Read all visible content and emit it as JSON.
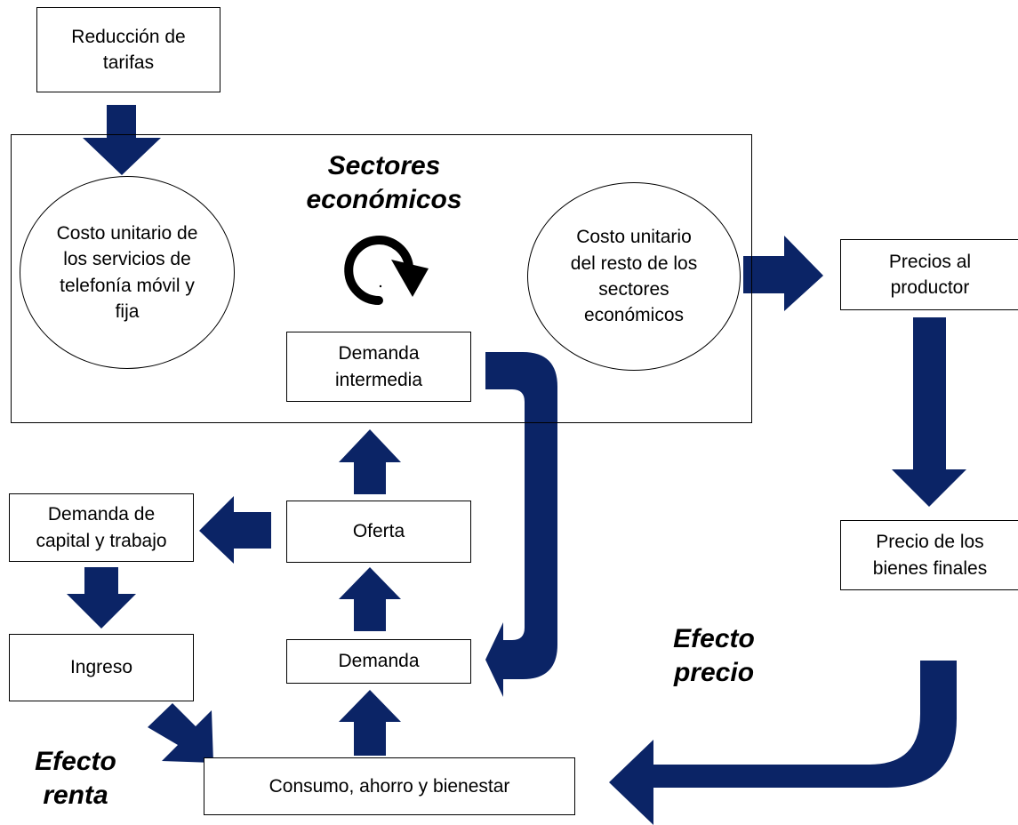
{
  "colors": {
    "arrow": "#0b2466",
    "border": "#000000",
    "text": "#000000",
    "background": "#ffffff"
  },
  "diagram": {
    "reduccion": "Reducción de\ntarifas",
    "sectores_title": "Sectores\neconómicos",
    "cycle_icon": "clockwise-cycle-icon",
    "costo_telefonia": "Costo unitario de\nlos servicios de\ntelefonía móvil y\nfija",
    "costo_resto": "Costo unitario\ndel resto de los\nsectores\neconómicos",
    "demanda_intermedia": "Demanda\nintermedia",
    "precios_productor": "Precios al\nproductor",
    "precio_bienes_finales": "Precio de los\nbienes finales",
    "oferta": "Oferta",
    "demanda_capital": "Demanda de\ncapital y trabajo",
    "ingreso": "Ingreso",
    "demanda": "Demanda",
    "consumo": "Consumo, ahorro y bienestar",
    "efecto_precio": "Efecto\nprecio",
    "efecto_renta": "Efecto\nrenta"
  }
}
